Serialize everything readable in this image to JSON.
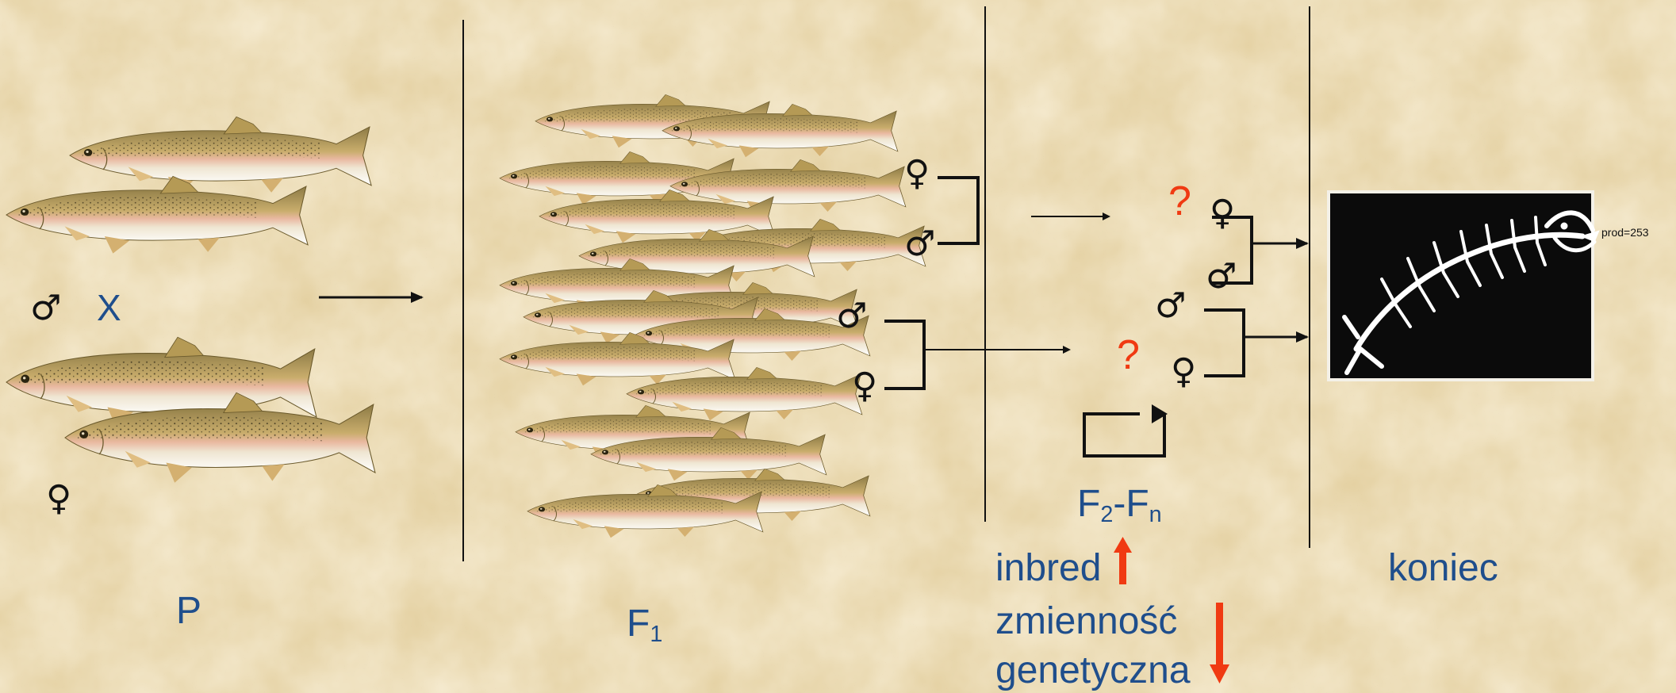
{
  "colors": {
    "label": "#1f4e8c",
    "highlight": "#f03a12",
    "ink": "#111111",
    "background": "#e6d3a6"
  },
  "icons": {
    "fish": "trout-fish-icon",
    "skeleton": "fish-skeleton-icon",
    "male": "male-symbol",
    "female": "female-symbol",
    "question": "question-mark",
    "cycle": "cycle-arrow-icon"
  },
  "parental": {
    "label": "P",
    "cross_symbol": "X",
    "male_symbol": "♂",
    "female_symbol": "♀"
  },
  "f1": {
    "label_main": "F",
    "label_sub": "1"
  },
  "pairs_f1": {
    "top": {
      "female": "♀",
      "male": "♂"
    },
    "bottom": {
      "male": "♂",
      "female": "♀"
    }
  },
  "f2": {
    "label_f": "F",
    "label_sub2": "2",
    "label_dash": "-F",
    "label_subn": "n",
    "question_1": "?",
    "question_2": "?",
    "top_pair": {
      "female": "♀",
      "male": "♂"
    },
    "bottom_pair": {
      "male": "♂",
      "female": "♀"
    }
  },
  "effects": {
    "inbred": "inbred",
    "variation_line1": "zmienność",
    "variation_line2": "genetyczna"
  },
  "end": {
    "label": "koniec",
    "image_caption": "prod=253"
  }
}
